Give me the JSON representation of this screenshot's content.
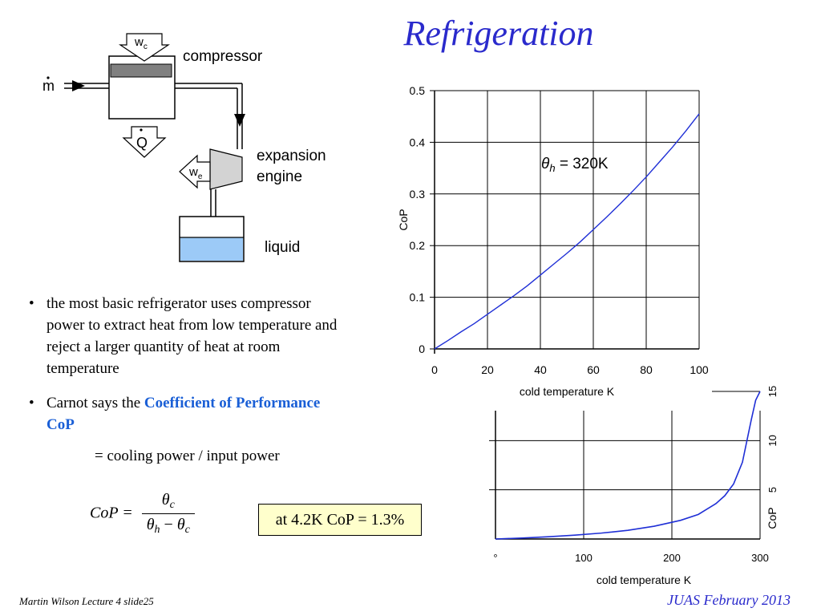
{
  "slide": {
    "title": "Refrigeration",
    "footer_left": "Martin Wilson Lecture 4 slide25",
    "footer_right": "JUAS February 2013"
  },
  "diagram": {
    "compressor_label": "compressor",
    "expansion_label_1": "expansion",
    "expansion_label_2": "engine",
    "liquid_label": "liquid",
    "mass_flow_symbol": "m",
    "heat_symbol": "Q",
    "work_compressor": {
      "base": "w",
      "sub": "c"
    },
    "work_expansion": {
      "base": "w",
      "sub": "e"
    },
    "colors": {
      "liquid": "#9ccaf7",
      "compressor_bar": "#808080",
      "engine": "#d3d3d3"
    }
  },
  "bullets": {
    "b1": "the most basic refrigerator uses compressor power to extract heat from low temperature and reject a larger quantity of heat at room temperature",
    "b2_prefix": "Carnot says the ",
    "b2_highlight": "Coefficient of Performance CoP",
    "b2_def": "= cooling power / input power",
    "bullet_char": "•"
  },
  "formula": {
    "lhs": "CoP =",
    "numerator": {
      "theta": "θ",
      "sub": "c"
    },
    "denominator": {
      "theta1": "θ",
      "sub1": "h",
      "minus": " − ",
      "theta2": "θ",
      "sub2": "c"
    }
  },
  "callout": {
    "text": "at 4.2K CoP = 1.3%"
  },
  "chart_data": [
    {
      "type": "line",
      "xlabel": "cold temperature K",
      "ylabel": "CoP",
      "xlim": [
        0,
        100
      ],
      "ylim": [
        0,
        0.5
      ],
      "xticks": [
        "0",
        "20",
        "40",
        "60",
        "80",
        "100"
      ],
      "yticks": [
        "0",
        "0.1",
        "0.2",
        "0.3",
        "0.4",
        "0.5"
      ],
      "grid": true,
      "annotation": {
        "theta": "θ",
        "sub": "h",
        "text": " = 320K"
      },
      "line_color": "#1f2fd6",
      "series": [
        {
          "x": [
            0,
            5,
            10,
            15,
            20,
            25,
            30,
            35,
            40,
            45,
            50,
            55,
            60,
            65,
            70,
            75,
            80,
            85,
            90,
            95,
            100
          ],
          "y": [
            0,
            0.016,
            0.033,
            0.049,
            0.067,
            0.085,
            0.103,
            0.122,
            0.143,
            0.164,
            0.185,
            0.207,
            0.231,
            0.255,
            0.28,
            0.306,
            0.333,
            0.362,
            0.391,
            0.422,
            0.455
          ]
        }
      ]
    },
    {
      "type": "line",
      "xlabel": "cold temperature K",
      "ylabel": "CoP",
      "xlim": [
        0,
        300
      ],
      "ylim": [
        0,
        15
      ],
      "xticks": [
        "°",
        "100",
        "200",
        "300"
      ],
      "yticks": [
        "5",
        "10",
        "15"
      ],
      "grid": true,
      "y_axis_side": "right",
      "line_color": "#1f2fd6",
      "series": [
        {
          "x": [
            0,
            30,
            60,
            90,
            120,
            150,
            180,
            210,
            230,
            250,
            260,
            270,
            280,
            290,
            295,
            300
          ],
          "y": [
            0,
            0.1,
            0.23,
            0.39,
            0.6,
            0.88,
            1.3,
            1.9,
            2.5,
            3.6,
            4.4,
            5.6,
            7.8,
            12.1,
            14.1,
            15
          ]
        }
      ]
    }
  ]
}
